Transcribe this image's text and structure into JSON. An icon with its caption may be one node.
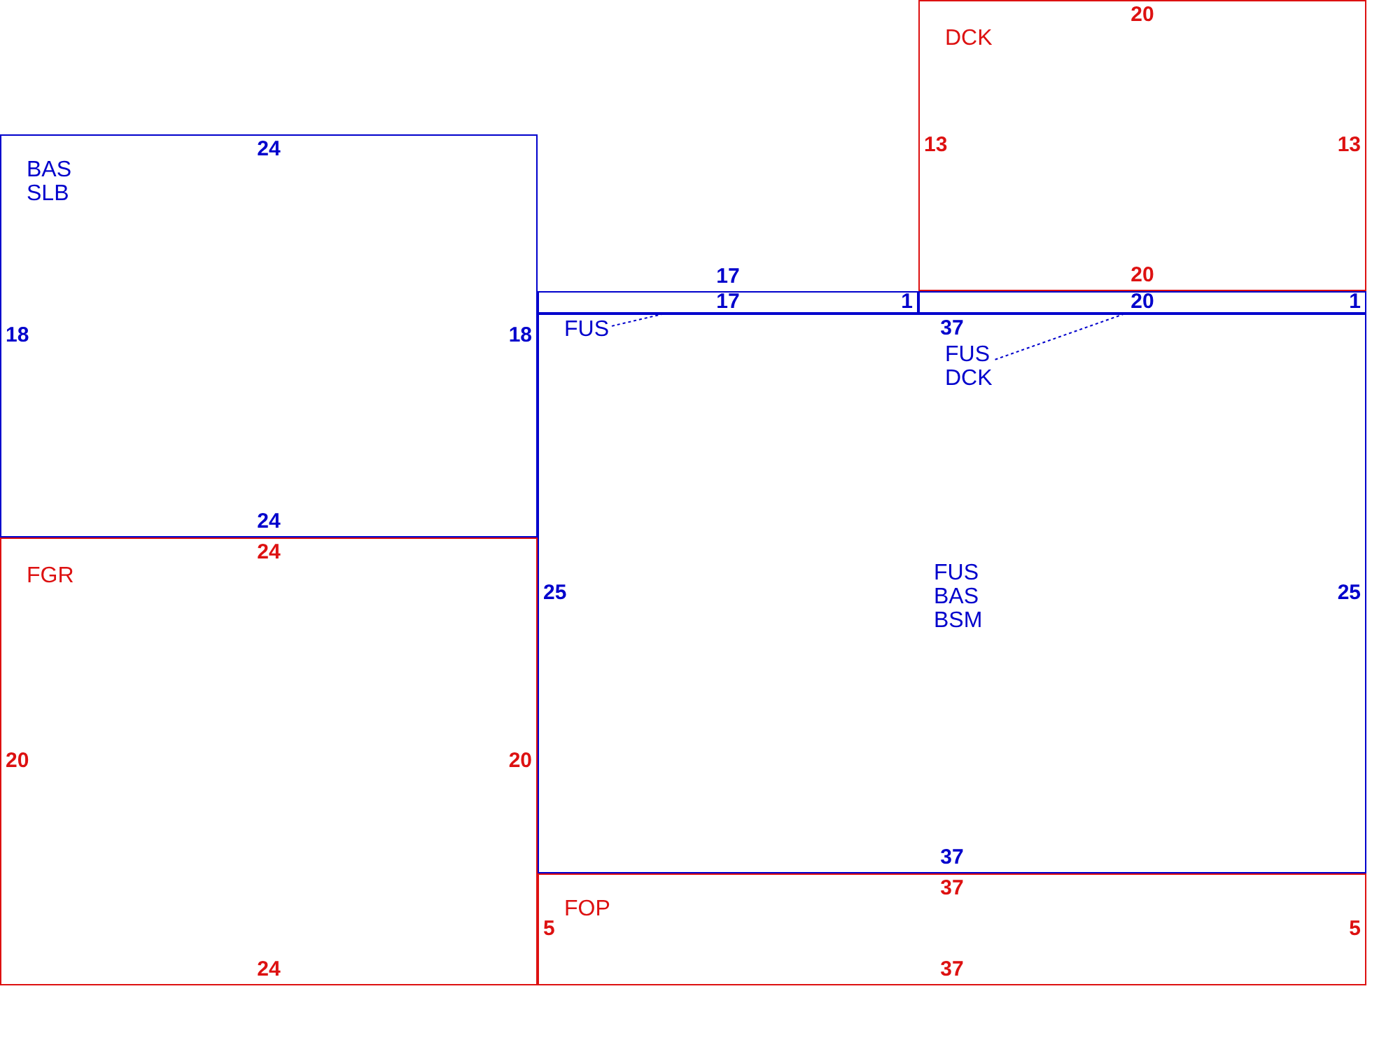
{
  "diagram": {
    "nodes": [
      {
        "text": [
          "BAS SLB",
          "24",
          "18",
          "18",
          "24"
        ]
      },
      {
        "text": [
          "FGR",
          "24",
          "20",
          "20",
          "24"
        ]
      },
      {
        "text": [
          "DCK",
          "20",
          "13",
          "13",
          "20"
        ]
      },
      {
        "text": [
          "17",
          "17",
          "1"
        ]
      },
      {
        "text": [
          "20",
          "1"
        ]
      },
      {
        "text": [
          "37",
          "FUS BAS BSM",
          "25",
          "25",
          "37"
        ]
      },
      {
        "text": [
          "FOP",
          "37",
          "5",
          "5",
          "37"
        ]
      },
      {
        "text": [
          "FUS"
        ],
        "in": 5
      },
      {
        "text": [
          "FUS DCK"
        ],
        "in": 5
      }
    ],
    "edges": [
      {
        "from": 7,
        "to": 3,
        "arrow": "none",
        "style": "dashed"
      },
      {
        "from": 8,
        "to": 4,
        "arrow": "none",
        "style": "dashed"
      }
    ]
  }
}
